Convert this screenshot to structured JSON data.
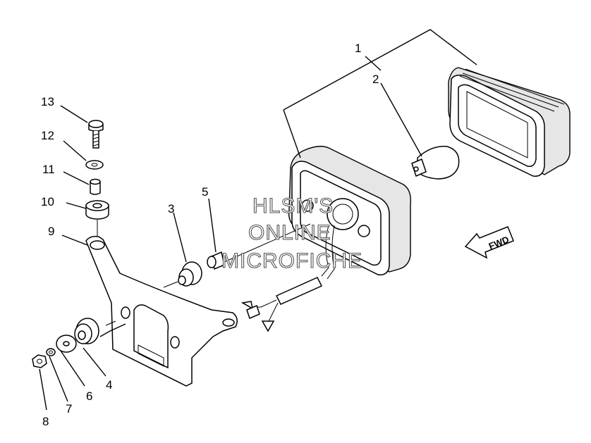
{
  "diagram": {
    "callouts": [
      {
        "id": "1",
        "text": "1"
      },
      {
        "id": "2",
        "text": "2"
      },
      {
        "id": "3",
        "text": "3"
      },
      {
        "id": "4",
        "text": "4"
      },
      {
        "id": "5",
        "text": "5"
      },
      {
        "id": "6",
        "text": "6"
      },
      {
        "id": "7",
        "text": "7"
      },
      {
        "id": "8",
        "text": "8"
      },
      {
        "id": "9",
        "text": "9"
      },
      {
        "id": "10",
        "text": "10"
      },
      {
        "id": "11",
        "text": "11"
      },
      {
        "id": "12",
        "text": "12"
      },
      {
        "id": "13",
        "text": "13"
      }
    ],
    "direction_label": "FWD",
    "watermark": [
      "HLSM'S",
      "ONLINE",
      "MICROFICHE"
    ]
  }
}
